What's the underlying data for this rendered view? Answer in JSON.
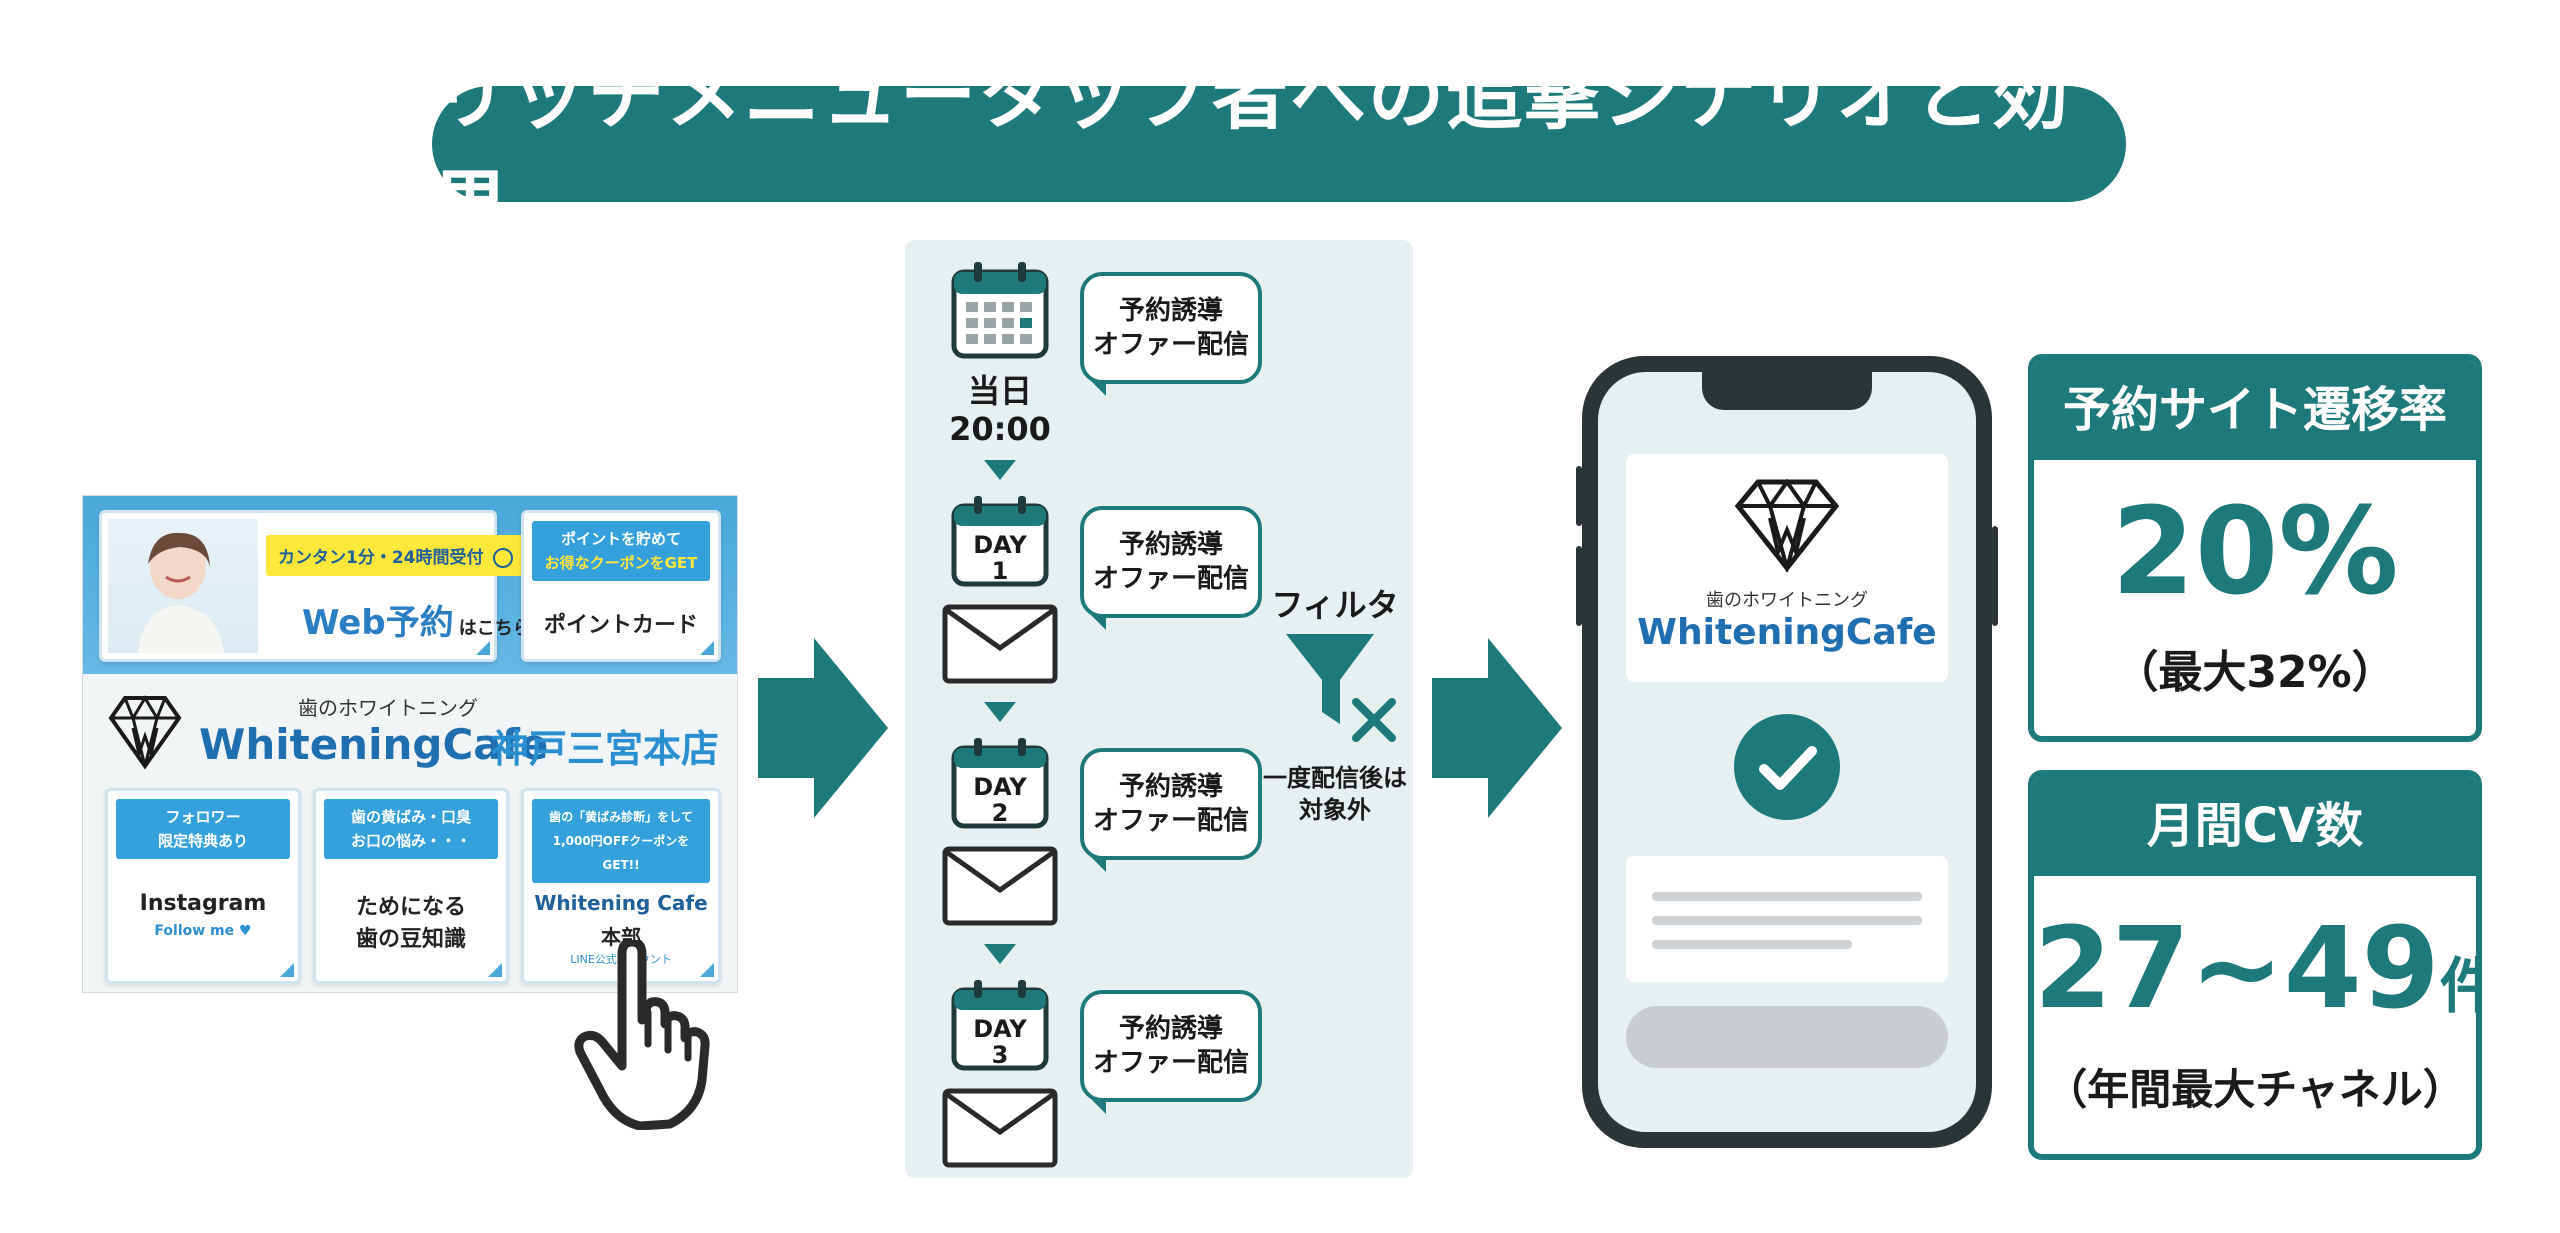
{
  "title": "リッチメニュータップ者への追撃シナリオと効果",
  "colors": {
    "primary": "#1e7a7a",
    "panel": "#e6f0f1",
    "richmenu_blue": "#34a0dc"
  },
  "richmenu": {
    "badge": "カンタン1分・24時間受付",
    "web_reserve_big": "Web予約",
    "web_reserve_small": "はこちら",
    "points_banner_line1": "ポイントを貯めて",
    "points_banner_line2": "お得なクーポンをGET",
    "points_label": "ポイントカード",
    "brand_subtitle": "歯のホワイトニング",
    "brand_name": "WhiteningCafe",
    "store_name": "神戸三宮本店",
    "cells": [
      {
        "banner_line1": "フォロワー",
        "banner_line2": "限定特典あり",
        "label_line1": "Instagram",
        "label_line2": "Follow me ♥"
      },
      {
        "banner_line1": "歯の黄ばみ・口臭",
        "banner_line2": "お口の悩み・・・",
        "label_line1": "ためになる",
        "label_line2": "歯の豆知識"
      },
      {
        "banner_line1": "歯の「黄ばみ診断」をして",
        "banner_line2": "1,000円OFFクーポンをGET!!",
        "label_line1": "Whitening Cafe",
        "label_line2": "本部",
        "label_line3": "LINE公式アカウント"
      }
    ]
  },
  "flow": {
    "steps": [
      {
        "calendar_label_line1": "当日",
        "calendar_label_line2": "20:00",
        "message_line1": "予約誘導",
        "message_line2": "オファー配信"
      },
      {
        "calendar_label_line1": "DAY",
        "calendar_label_line2": "1",
        "message_line1": "予約誘導",
        "message_line2": "オファー配信"
      },
      {
        "calendar_label_line1": "DAY",
        "calendar_label_line2": "2",
        "message_line1": "予約誘導",
        "message_line2": "オファー配信"
      },
      {
        "calendar_label_line1": "DAY",
        "calendar_label_line2": "3",
        "message_line1": "予約誘導",
        "message_line2": "オファー配信"
      }
    ],
    "filter_title": "フィルタ",
    "filter_note_line1": "一度配信後は",
    "filter_note_line2": "対象外"
  },
  "phone": {
    "brand_subtitle": "歯のホワイトニング",
    "brand_name": "WhiteningCafe",
    "icons": [
      "diamond-logo-icon",
      "checkmark-icon"
    ]
  },
  "metrics": [
    {
      "title": "予約サイト遷移率",
      "value": "20%",
      "sub": "（最大32%）"
    },
    {
      "title": "月間CV数",
      "value": "27~49",
      "unit": "件",
      "sub": "（年間最大チャネル）"
    }
  ]
}
